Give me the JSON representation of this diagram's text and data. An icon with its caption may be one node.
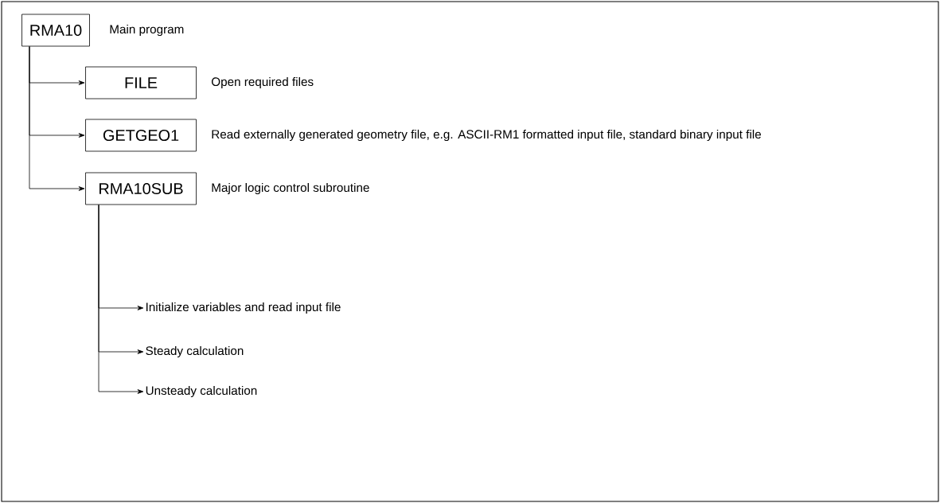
{
  "diagram": {
    "nodes": [
      {
        "text": [
          "RMA10"
        ],
        "beside": [
          "Main program"
        ]
      },
      {
        "text": [
          "FILE"
        ],
        "beside": [
          "Open required files"
        ]
      },
      {
        "text": [
          "GETGEO1"
        ],
        "beside": [
          "Read externally generated geometry file, e.g. ASCII-RM1 formatted input file, standard binary input file"
        ]
      },
      {
        "text": [
          "RMA10SUB"
        ],
        "beside": [
          "Major logic control subroutine"
        ]
      },
      {
        "text": [
          "Initialize variables and read input file"
        ]
      },
      {
        "text": [
          "Steady calculation"
        ]
      },
      {
        "text": [
          "Unsteady calculation"
        ]
      }
    ],
    "edges": [
      {
        "from": 0,
        "to": 1,
        "arrow": "to"
      },
      {
        "from": 0,
        "to": 2,
        "arrow": "to"
      },
      {
        "from": 0,
        "to": 3,
        "arrow": "to"
      },
      {
        "from": 3,
        "to": 4,
        "arrow": "to"
      },
      {
        "from": 3,
        "to": 5,
        "arrow": "to"
      },
      {
        "from": 3,
        "to": 6,
        "arrow": "to"
      }
    ]
  }
}
